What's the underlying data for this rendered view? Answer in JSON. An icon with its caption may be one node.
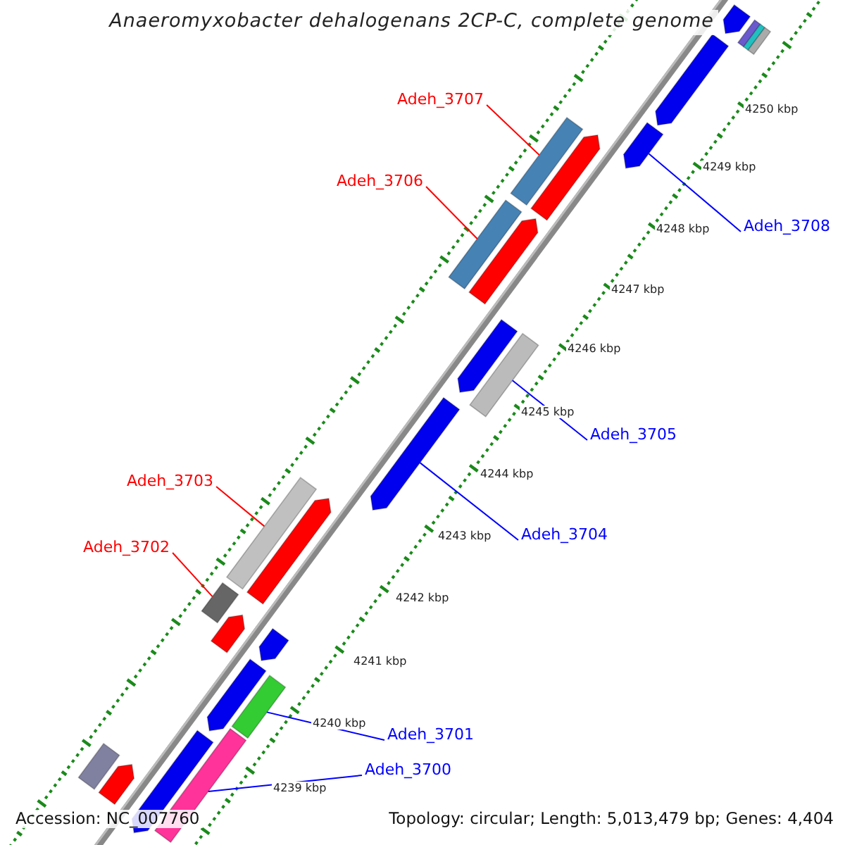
{
  "diagram": {
    "title": "Anaeromyxobacter dehalogenans 2CP-C, complete genome",
    "nodes": [
      {
        "text": [
          "Adeh_3707"
        ]
      },
      {
        "text": [],
        "shape": "bar"
      },
      {
        "text": [
          "Adeh_3706"
        ]
      },
      {
        "text": [],
        "shape": "bar"
      },
      {
        "text": [
          "Adeh_3708"
        ]
      },
      {
        "text": [],
        "shape": "bar"
      },
      {
        "text": [
          "Adeh_3705"
        ]
      },
      {
        "text": [],
        "shape": "bar"
      },
      {
        "text": [
          "Adeh_3703"
        ]
      },
      {
        "text": [],
        "shape": "bar"
      },
      {
        "text": [
          "Adeh_3704"
        ]
      },
      {
        "text": [],
        "shape": "bar"
      },
      {
        "text": [
          "Adeh_3702"
        ]
      },
      {
        "text": [],
        "shape": "bar"
      },
      {
        "text": [
          "Adeh_3701"
        ]
      },
      {
        "text": [],
        "shape": "bar"
      },
      {
        "text": [
          "Adeh_3700"
        ]
      },
      {
        "text": [],
        "shape": "bar"
      },
      {
        "text": [],
        "shape": "bar"
      },
      {
        "text": [],
        "shape": "bar"
      },
      {
        "text": [],
        "shape": "bar"
      },
      {
        "text": [],
        "shape": "bar"
      },
      {
        "text": [],
        "shape": "bar"
      },
      {
        "text": [],
        "shape": "bar"
      },
      {
        "text": [],
        "shape": "bar"
      },
      {
        "text": [],
        "shape": "bar"
      },
      {
        "text": [],
        "shape": "bar"
      },
      {
        "text": [],
        "shape": "bar"
      },
      {
        "text": [],
        "shape": "bar"
      },
      {
        "text": [],
        "shape": "bar"
      },
      {
        "text": [],
        "shape": "bar"
      },
      {
        "text": [],
        "shape": "bar"
      },
      {
        "text": [],
        "shape": "bar"
      }
    ],
    "edges": [
      {
        "from": 0,
        "to": 1,
        "arrow": "none",
        "color": "#ff0000"
      },
      {
        "from": 2,
        "to": 3,
        "arrow": "none",
        "color": "#ff0000"
      },
      {
        "from": 4,
        "to": 5,
        "arrow": "none"
      },
      {
        "from": 6,
        "to": 7,
        "arrow": "none"
      },
      {
        "from": 8,
        "to": 9,
        "arrow": "none",
        "color": "#ff0000"
      },
      {
        "from": 10,
        "to": 11,
        "arrow": "none"
      },
      {
        "from": 12,
        "to": 13,
        "arrow": "none",
        "color": "#ff0000"
      },
      {
        "from": 14,
        "to": 15,
        "arrow": "none"
      },
      {
        "from": 16,
        "to": 17,
        "arrow": "none"
      }
    ],
    "labels": [
      "4250 kbp",
      "4249 kbp",
      "4248 kbp",
      "4247 kbp",
      "4246 kbp",
      "4245 kbp",
      "4244 kbp",
      "4243 kbp",
      "4242 kbp",
      "4241 kbp",
      "4240 kbp",
      "4239 kbp",
      "Accession: NC_007760",
      "Topology: circular; Length: 5,013,479 bp; Genes: 4,404"
    ]
  }
}
